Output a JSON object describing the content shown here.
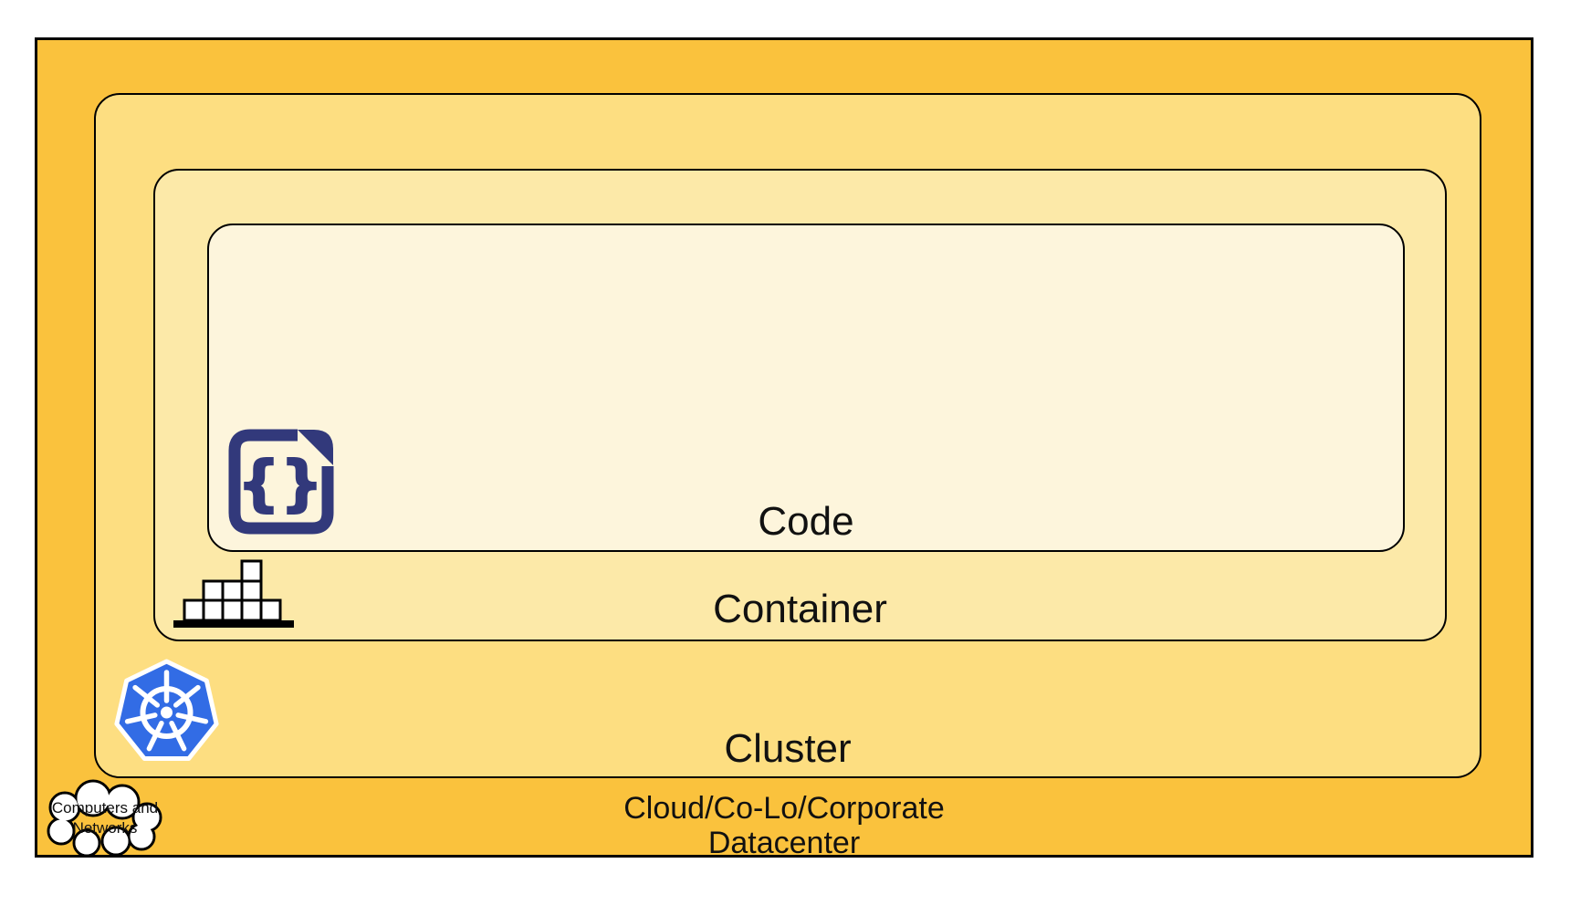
{
  "diagram": {
    "layers": {
      "code": {
        "label": "Code",
        "fill": "#FDF5DC"
      },
      "container": {
        "label": "Container",
        "fill": "#FCE9A8"
      },
      "cluster": {
        "label": "Cluster",
        "fill": "#FDDE81"
      },
      "cloud_datacenter": {
        "label_line1": "Cloud/Co-Lo/Corporate",
        "label_line2": "Datacenter",
        "fill": "#FAC23D"
      }
    },
    "cloud_bubble": {
      "line1": "Computers and",
      "line2": "Networks",
      "fill": "#FFFFFF",
      "outline": "#000000"
    },
    "icons": {
      "code_file_color": "#32397B",
      "code_file_glyph": "{}",
      "kubernetes_blue": "#326CE5",
      "kubernetes_white": "#FFFFFF",
      "block_fill": "#FFFFFF",
      "block_outline": "#000000"
    },
    "border_color": "#000000",
    "text_color": "#111111"
  }
}
